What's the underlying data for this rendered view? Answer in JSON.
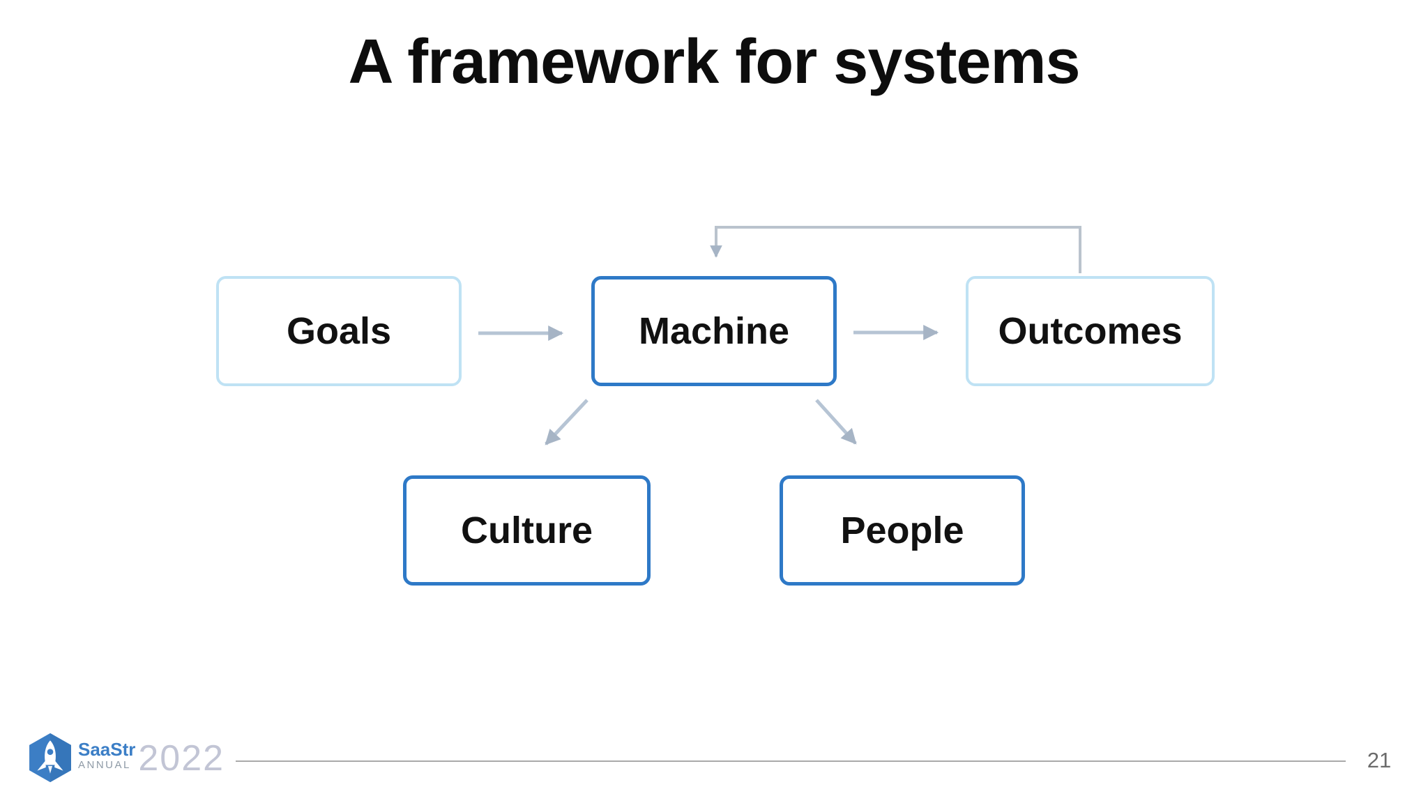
{
  "slide": {
    "title": "A framework for systems"
  },
  "diagram": {
    "nodes": [
      {
        "id": "goals",
        "label": "Goals",
        "style": "light"
      },
      {
        "id": "machine",
        "label": "Machine",
        "style": "strong"
      },
      {
        "id": "outcomes",
        "label": "Outcomes",
        "style": "light"
      },
      {
        "id": "culture",
        "label": "Culture",
        "style": "strong"
      },
      {
        "id": "people",
        "label": "People",
        "style": "strong"
      }
    ],
    "edges": [
      {
        "from": "goals",
        "to": "machine",
        "type": "straight"
      },
      {
        "from": "machine",
        "to": "outcomes",
        "type": "straight"
      },
      {
        "from": "machine",
        "to": "culture",
        "type": "diagonal"
      },
      {
        "from": "machine",
        "to": "people",
        "type": "diagonal"
      },
      {
        "from": "outcomes",
        "to": "machine",
        "type": "feedback-loop"
      }
    ],
    "colors": {
      "strong_border": "#2e79c7",
      "light_border": "#bfe2f4",
      "arrow_shaft": "#b6c4d4",
      "arrow_head": "#a6b4c5",
      "loop_shaft": "#bac3cd"
    }
  },
  "footer": {
    "logo": {
      "brand": "SaaStr",
      "sub": "ANNUAL",
      "year": "2022"
    },
    "page_number": "21"
  }
}
